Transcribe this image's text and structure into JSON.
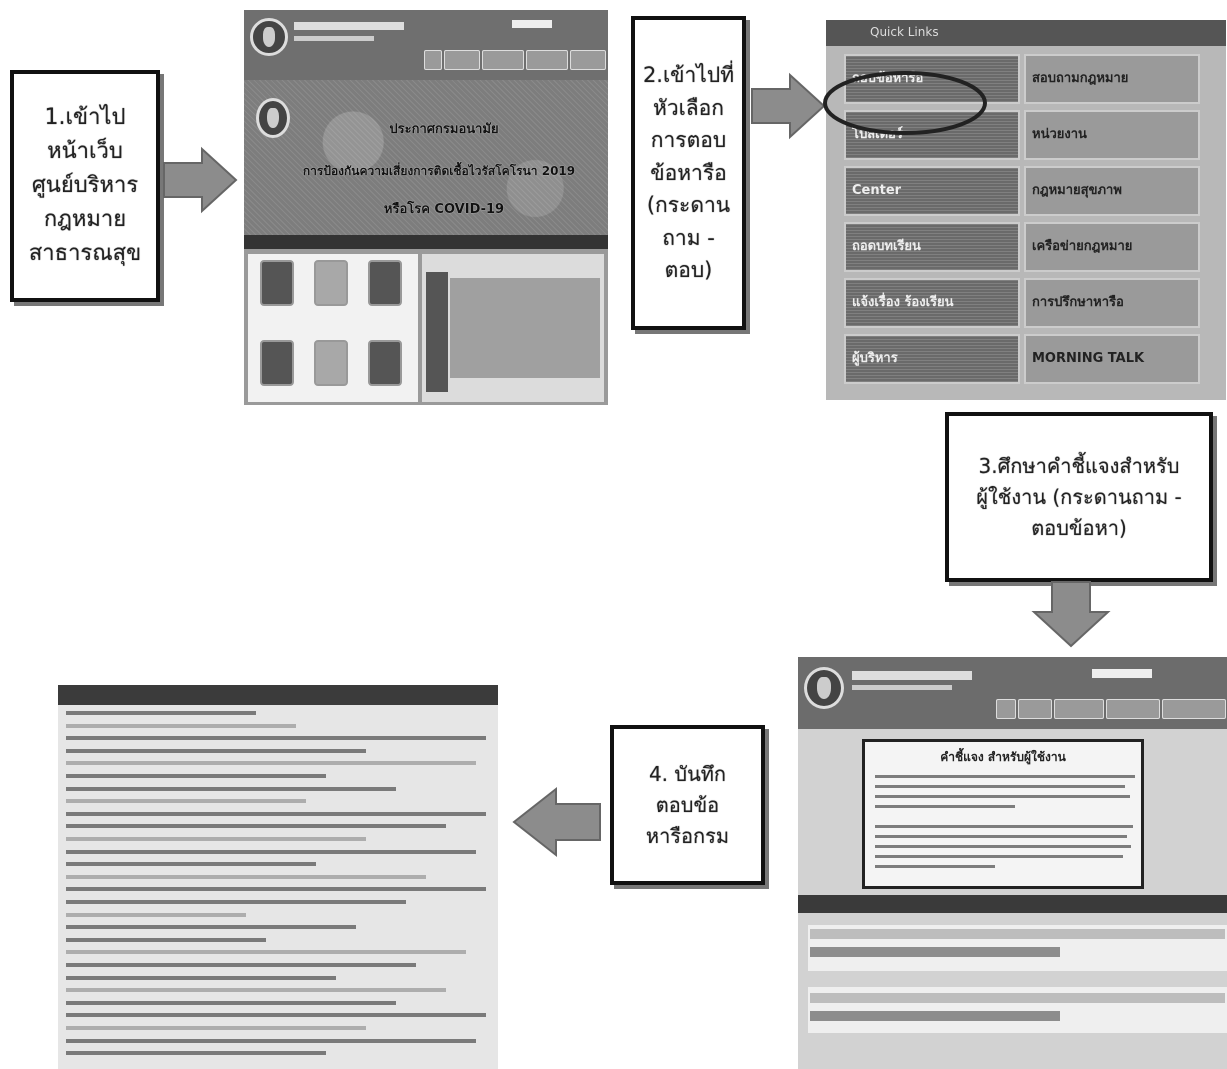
{
  "steps": {
    "step1": "1.เข้าไป\nหน้าเว็บ\nศูนย์บริหาร\nกฎหมาย\nสาธารณสุข",
    "step2": "2.เข้าไปที่\nหัวเลือก\nการตอบ\nข้อหารือ\n(กระดาน\nถาม -\nตอบ)",
    "step3": "3.ศึกษาคำชี้แจงสำหรับ\nผู้ใช้งาน (กระดานถาม -\nตอบข้อหา)",
    "step4": "4. บันทึก\nตอบข้อ\nหารือกรม"
  },
  "homepage": {
    "banner_line1": "ประกาศกรมอนามัย",
    "banner_line2": "การป้องกันความเสี่ยงการติดเชื้อไวรัสโคโรนา 2019",
    "banner_line3": "หรือโรค COVID-19"
  },
  "quick_links": {
    "header": "Quick Links",
    "tiles": [
      {
        "label": "ถอบข้อหารือ",
        "tone": "dark"
      },
      {
        "label": "สอบถามกฎหมาย",
        "tone": "light"
      },
      {
        "label": "โปสเตอร์",
        "tone": "dark"
      },
      {
        "label": "หน่วยงาน",
        "tone": "light"
      },
      {
        "label": "Center",
        "tone": "dark"
      },
      {
        "label": "กฎหมายสุขภาพ",
        "tone": "light"
      },
      {
        "label": "ถอดบทเรียน",
        "tone": "dark"
      },
      {
        "label": "เครือข่ายกฎหมาย",
        "tone": "light"
      },
      {
        "label": "แจ้งเรื่อง ร้องเรียน",
        "tone": "dark"
      },
      {
        "label": "การปรึกษาหารือ",
        "tone": "light"
      },
      {
        "label": "ผู้บริหาร",
        "tone": "dark"
      },
      {
        "label": "MORNING TALK",
        "tone": "light"
      }
    ]
  },
  "forum_page": {
    "notice_title": "คำชี้แจง สำหรับผู้ใช้งาน"
  },
  "colors": {
    "border": "#111111",
    "arrow_fill": "#8c8c8c",
    "screenshot_gray": "#8a8a8a"
  }
}
